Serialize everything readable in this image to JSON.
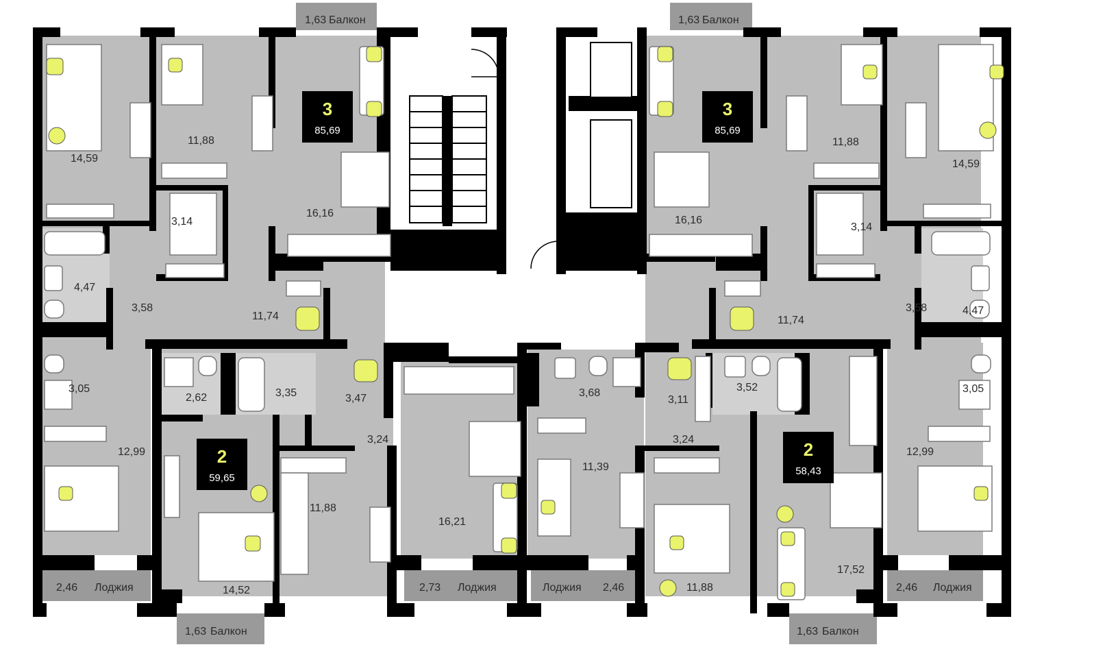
{
  "colors": {
    "wall": "#000000",
    "apartment_fill": "#bdbdbd",
    "wet_room_fill": "#d1d1d1",
    "balcony_fill": "#9a9a9a",
    "common_area": "#ffffff",
    "accent": "#e9f36b"
  },
  "apartments": [
    {
      "rooms": "3",
      "area": "85,69"
    },
    {
      "rooms": "3",
      "area": "85,69"
    },
    {
      "rooms": "2",
      "area": "59,65"
    },
    {
      "rooms": "2",
      "area": "58,43"
    }
  ],
  "balconies": [
    {
      "area": "1,63",
      "label": "Балкон"
    },
    {
      "area": "1,63",
      "label": "Балкон"
    },
    {
      "area": "1,63",
      "label": "Балкон"
    },
    {
      "area": "1,63",
      "label": "Балкон"
    }
  ],
  "loggias": [
    {
      "area": "2,46",
      "label": "Лоджия"
    },
    {
      "area": "2,73",
      "label": "Лоджия"
    },
    {
      "area": "2,46",
      "label": "Лоджия"
    },
    {
      "area": "2,46",
      "label": "Лоджия"
    }
  ],
  "room_areas": [
    "14,59",
    "11,88",
    "16,16",
    "3,14",
    "4,47",
    "3,58",
    "11,74",
    "3,05",
    "12,99",
    "2,62",
    "3,35",
    "3,47",
    "3,24",
    "11,88",
    "16,21",
    "14,52",
    "16,16",
    "11,88",
    "14,59",
    "3,14",
    "3,58",
    "4,47",
    "11,74",
    "3,05",
    "3,68",
    "3,11",
    "3,52",
    "3,24",
    "11,39",
    "11,88",
    "17,52",
    "12,99"
  ],
  "icons": [
    "fan-icon",
    "plant-icon",
    "footprints-icon",
    "stove-icon",
    "sink-icon",
    "bathtub-icon",
    "toilet-icon",
    "radiator-icon",
    "door-swing-icon"
  ]
}
